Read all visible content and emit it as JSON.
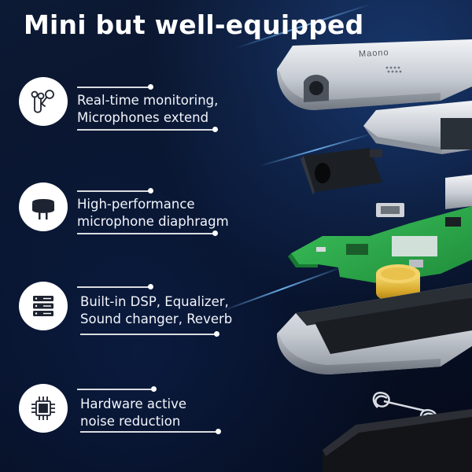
{
  "title": "Mini but well-equipped",
  "features": [
    {
      "icon": "earphones-microphone-icon",
      "line1": "Real-time monitoring,",
      "line2": "Microphones extend"
    },
    {
      "icon": "diaphragm-icon",
      "line1": "High-performance",
      "line2": "microphone diaphragm"
    },
    {
      "icon": "dsp-server-icon",
      "line1": "Built-in DSP, Equalizer,",
      "line2": "Sound changer, Reverb"
    },
    {
      "icon": "chip-icon",
      "line1": "Hardware active",
      "line2": "noise reduction"
    }
  ],
  "product_label": "Maono",
  "colors": {
    "background": "#081229",
    "pcb_green": "#29a74a",
    "gold": "#e3b93a",
    "aluminum": "#c9cdd3"
  }
}
